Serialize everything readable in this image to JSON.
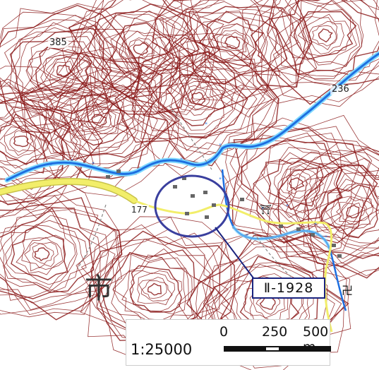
{
  "map": {
    "elevations": [
      "385",
      "236",
      "177"
    ],
    "place_kanji": "市",
    "callout_label": "Ⅱ-1928",
    "scale": {
      "ratio": "1:25000",
      "tick_0": "0",
      "tick_250": "250",
      "tick_500": "500 m"
    },
    "symbols": {
      "temple": "卍",
      "shrine": "⛩"
    },
    "colors": {
      "contour": "#8b1a1a",
      "river": "#1e6fe0",
      "river_glow": "#7fd8ff",
      "road": "#f2ee6a",
      "road_edge": "#c8c24a",
      "circle": "#3a3f9e",
      "leader": "#1a237e"
    }
  }
}
